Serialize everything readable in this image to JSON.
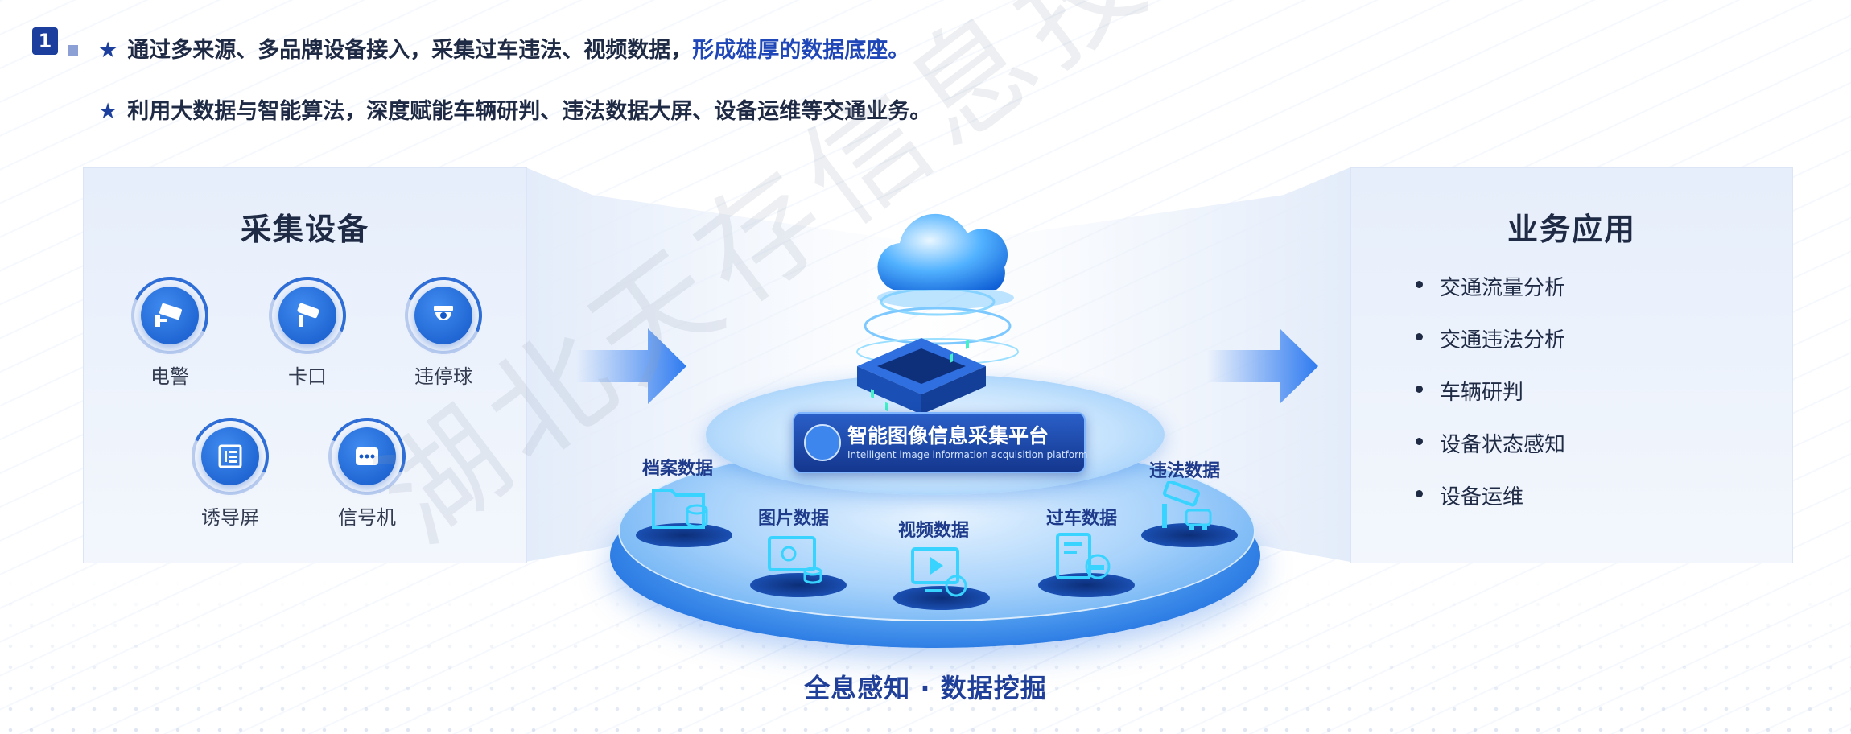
{
  "header": {
    "badge_number": "1",
    "line1_prefix": "通过多来源、多品牌设备接入，采集过车违法、视频数据，",
    "line1_highlight": "形成雄厚的数据底座。",
    "line2": "利用大数据与智能算法，深度赋能车辆研判、违法数据大屏、设备运维等交通业务。",
    "star_glyph": "★"
  },
  "collection": {
    "title": "采集设备",
    "devices": [
      {
        "label": "电警",
        "icon": "camera-icon"
      },
      {
        "label": "卡口",
        "icon": "bullet-camera-icon"
      },
      {
        "label": "违停球",
        "icon": "dome-camera-icon"
      },
      {
        "label": "诱导屏",
        "icon": "display-screen-icon"
      },
      {
        "label": "信号机",
        "icon": "signal-controller-icon"
      }
    ]
  },
  "platform": {
    "title": "智能图像信息采集平台",
    "subtitle": "Intelligent image information acquisition platform",
    "data_types": [
      {
        "label": "档案数据",
        "icon": "archive-folder-icon"
      },
      {
        "label": "图片数据",
        "icon": "image-data-icon"
      },
      {
        "label": "视频数据",
        "icon": "video-data-icon"
      },
      {
        "label": "过车数据",
        "icon": "vehicle-pass-data-icon"
      },
      {
        "label": "违法数据",
        "icon": "violation-camera-icon"
      }
    ],
    "caption": "全息感知 · 数据挖掘"
  },
  "applications": {
    "title": "业务应用",
    "items": [
      "交通流量分析",
      "交通违法分析",
      "车辆研判",
      "设备状态感知",
      "设备运维"
    ]
  },
  "watermark": "湖北天存信息技术有限公司",
  "colors": {
    "brand_navy": "#1c3f9e",
    "highlight_blue": "#1f47b8",
    "device_blue": "#1558c8",
    "platform_blue": "#2a6ee0"
  }
}
